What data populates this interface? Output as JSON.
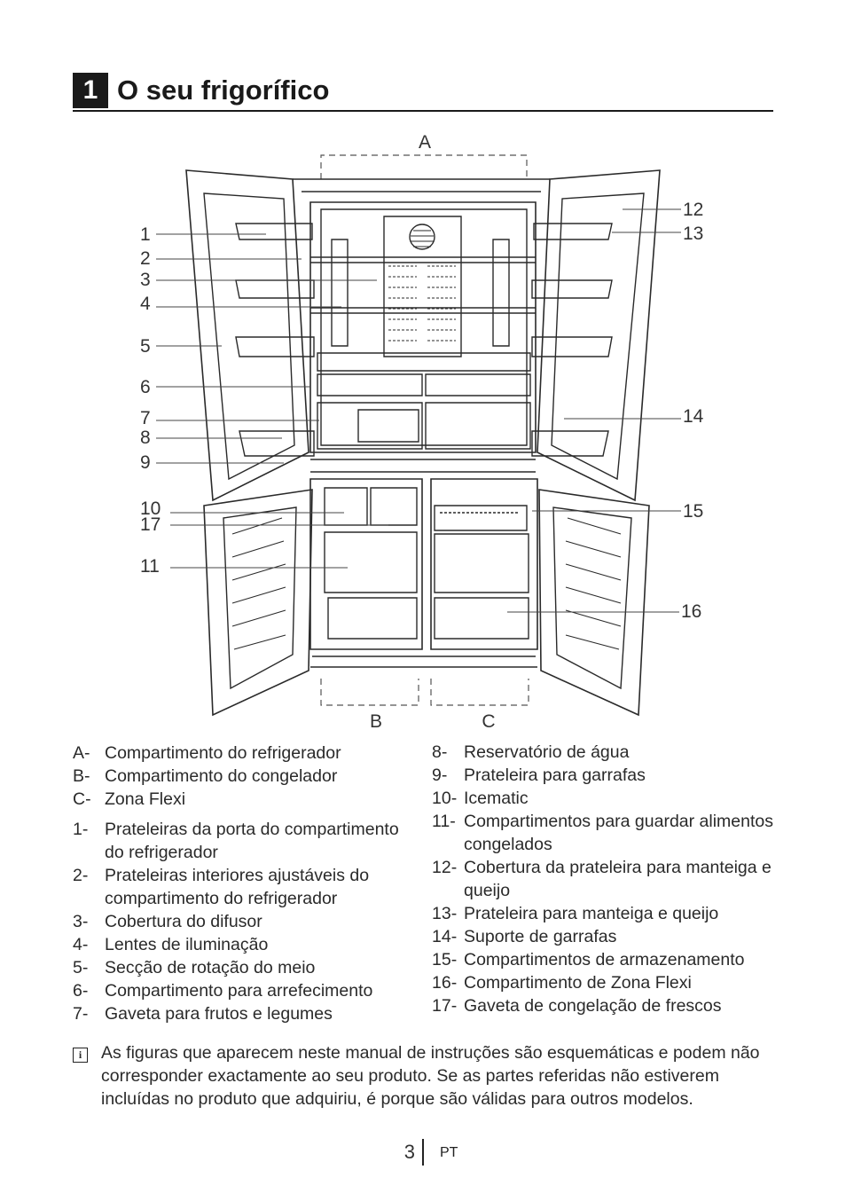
{
  "header": {
    "chapter_number": "1",
    "title": "O seu frigorífico"
  },
  "diagram": {
    "callouts": {
      "A": "A",
      "B": "B",
      "C": "C",
      "n1": "1",
      "n2": "2",
      "n3": "3",
      "n4": "4",
      "n5": "5",
      "n6": "6",
      "n7": "7",
      "n8": "8",
      "n9": "9",
      "n10": "10",
      "n11": "11",
      "n12": "12",
      "n13": "13",
      "n14": "14",
      "n15": "15",
      "n16": "16",
      "n17": "17"
    }
  },
  "legend_left": [
    {
      "key": "A-",
      "text": "Compartimento do refrigerador"
    },
    {
      "key": "B-",
      "text": "Compartimento do congelador"
    },
    {
      "key": "C-",
      "text": "Zona Flexi"
    },
    {
      "key": "1-",
      "text": "Prateleiras da porta do compartimento do refrigerador"
    },
    {
      "key": "2-",
      "text": "Prateleiras interiores ajustáveis do compartimento do refrigerador"
    },
    {
      "key": "3-",
      "text": "Cobertura do difusor"
    },
    {
      "key": "4-",
      "text": "Lentes de iluminação"
    },
    {
      "key": "5-",
      "text": "Secção de rotação do meio"
    },
    {
      "key": "6-",
      "text": "Compartimento para arrefecimento"
    },
    {
      "key": "7-",
      "text": "Gaveta para frutos e legumes"
    }
  ],
  "legend_right": [
    {
      "key": "8-",
      "text": "Reservatório de água"
    },
    {
      "key": "9-",
      "text": "Prateleira para garrafas"
    },
    {
      "key": "10-",
      "text": "Icematic"
    },
    {
      "key": "11-",
      "text": "Compartimentos para guardar alimentos congelados"
    },
    {
      "key": "12-",
      "text": "Cobertura da prateleira para manteiga e queijo"
    },
    {
      "key": "13-",
      "text": "Prateleira para manteiga e queijo"
    },
    {
      "key": "14-",
      "text": "Suporte de garrafas"
    },
    {
      "key": "15-",
      "text": "Compartimentos de armazenamento"
    },
    {
      "key": "16-",
      "text": "Compartimento de Zona Flexi"
    },
    {
      "key": "17-",
      "text": "Gaveta de congelação de frescos"
    }
  ],
  "note": {
    "icon": "info-icon",
    "text": "As figuras que aparecem neste manual de instruções são esquemáticas e podem não corresponder exactamente ao seu produto. Se as partes referidas não estiverem incluídas no produto que adquiriu, é porque são válidas para outros modelos."
  },
  "footer": {
    "page_number": "3",
    "language": "PT"
  }
}
